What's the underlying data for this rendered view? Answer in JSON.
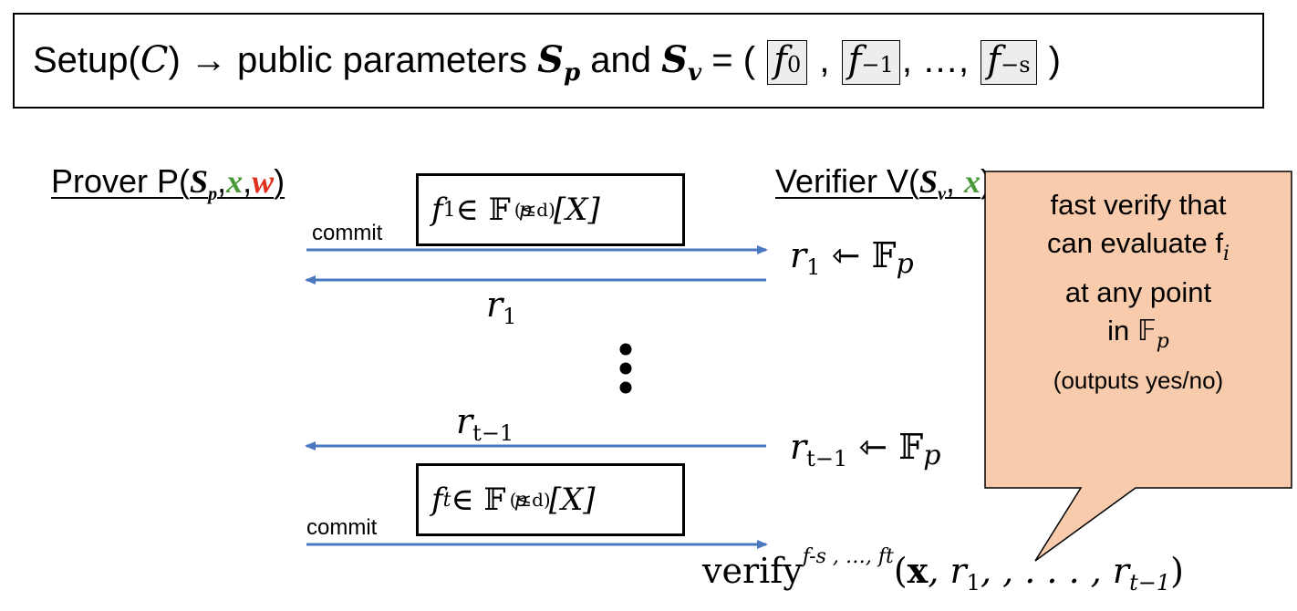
{
  "setup": {
    "prefix": "Setup(",
    "var_c": "C",
    "after_c": ")",
    "arrow": "→",
    "text_public": " public parameters ",
    "sp_base": "S",
    "sp_sub": "p",
    "text_and": " and ",
    "sv_base": "S",
    "sv_sub": "v",
    "text_eq": " = ( ",
    "f0": "0",
    "fm1": "−1",
    "ellipsis": ", …, ",
    "fms": "−s",
    "close": " )",
    "comma": " , "
  },
  "prover": {
    "label": "Prover P(",
    "s": "S",
    "s_sub": "p",
    "sep": ",",
    "x": "x",
    "w": "w",
    "close": ")"
  },
  "verifier": {
    "label": "Verifier V(",
    "s": "S",
    "s_sub": "v",
    "sep": ", ",
    "x": "x",
    "close": ")"
  },
  "round1": {
    "commit_label": "commit",
    "poly_sub": "1",
    "poly_rest": " ∈ 𝔽",
    "poly_sup": "(≤d)",
    "poly_p": "p",
    "poly_ring": " [X]",
    "challenge_sub": "1",
    "sample_text": " ⇽ 𝔽",
    "sample_p": "p",
    "reply_sub": "1"
  },
  "dots": "⋮",
  "round_t": {
    "reply_sub": "t−1",
    "challenge_sub": "t−1",
    "sample_text": " ⇽ 𝔽",
    "sample_p": "p",
    "commit_label": "commit",
    "poly_sub": "t",
    "poly_rest": " ∈ 𝔽",
    "poly_sup": "(≤d)",
    "poly_p": "p",
    "poly_ring": " [X]"
  },
  "verify": {
    "word": "verify",
    "sup": "f-s , …, ft",
    "args_open": "(",
    "x": "x",
    "args_rest": ", r",
    "r1_sub": "1",
    "args_mid": ", , . . . , r",
    "rt_sub": "t−1",
    "args_close": ")"
  },
  "tooltip": {
    "line1": "fast verify that",
    "line2": "can evaluate f",
    "line2_sub": "i",
    "line3": "at any point",
    "line4": "in 𝔽",
    "line4_sub": "p",
    "line5": "(outputs yes/no)",
    "fill": "#f8cbad",
    "border": "#000000"
  },
  "colors": {
    "arrow": "#4a78c0",
    "witness": "#e0301e",
    "statement": "#4a9a3a"
  }
}
